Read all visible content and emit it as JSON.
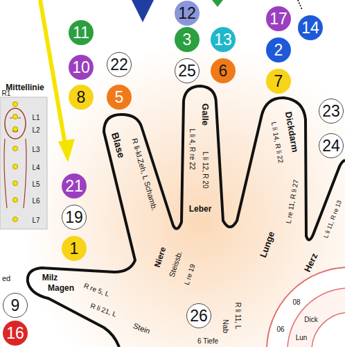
{
  "diagram": {
    "nodes": [
      {
        "text": [
          "12"
        ]
      },
      {
        "text": [
          "17"
        ]
      },
      {
        "text": [
          "14"
        ]
      },
      {
        "text": [
          "11"
        ]
      },
      {
        "text": [
          "3"
        ]
      },
      {
        "text": [
          "13"
        ]
      },
      {
        "text": [
          "2"
        ]
      },
      {
        "text": [
          "10"
        ]
      },
      {
        "text": [
          "22"
        ]
      },
      {
        "text": [
          "25"
        ]
      },
      {
        "text": [
          "6"
        ]
      },
      {
        "text": [
          "7"
        ]
      },
      {
        "text": [
          "8"
        ]
      },
      {
        "text": [
          "5"
        ]
      },
      {
        "text": [
          "23"
        ]
      },
      {
        "text": [
          "24"
        ]
      },
      {
        "text": [
          "21"
        ]
      },
      {
        "text": [
          "19"
        ]
      },
      {
        "text": [
          "1"
        ]
      },
      {
        "text": [
          "9"
        ]
      },
      {
        "text": [
          "26"
        ]
      },
      {
        "text": [
          "16"
        ]
      }
    ],
    "labels": [
      "Mittellinie",
      "R1",
      "L1",
      "L2",
      "L3",
      "L4",
      "L5",
      "L6",
      "L7",
      "Blase",
      "R li-kl.Zeh, L Schamb.",
      "Galle",
      "L li 4, R re 22",
      "L li 12, R 20",
      "Leber",
      "Dickdarm",
      "L li 14, R li 22",
      "L re 11, R li 27",
      "Lunge",
      "Herz",
      "L li 11, R re 13",
      "Niere",
      "Steissb.",
      "L re 19",
      "Milz",
      "Magen",
      "R re 5, L",
      "R li 21, L",
      "Stein",
      "R li 11, L",
      "Nab",
      "6 Tiefe",
      "ed",
      "08",
      "06",
      "Dick",
      "Lun"
    ]
  }
}
